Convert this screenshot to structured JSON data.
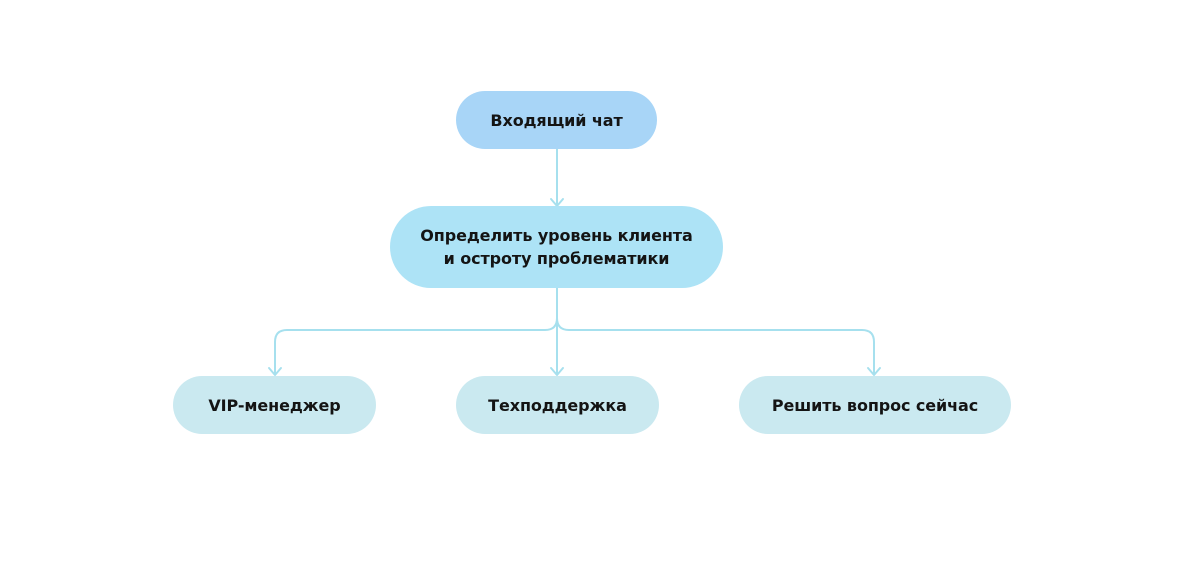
{
  "diagram": {
    "root": {
      "label": "Входящий чат"
    },
    "decision": {
      "line1": "Определить уровень клиента",
      "line2": "и остроту проблематики"
    },
    "outcomes": [
      {
        "label": "VIP-менеджер"
      },
      {
        "label": "Техподдержка"
      },
      {
        "label": "Решить вопрос сейчас"
      }
    ]
  },
  "colors": {
    "root_fill": "#a8d5f7",
    "decision_fill": "#ade3f6",
    "outcome_fill": "#cae9f0",
    "connector": "#a6e0ee",
    "text": "#141414"
  }
}
